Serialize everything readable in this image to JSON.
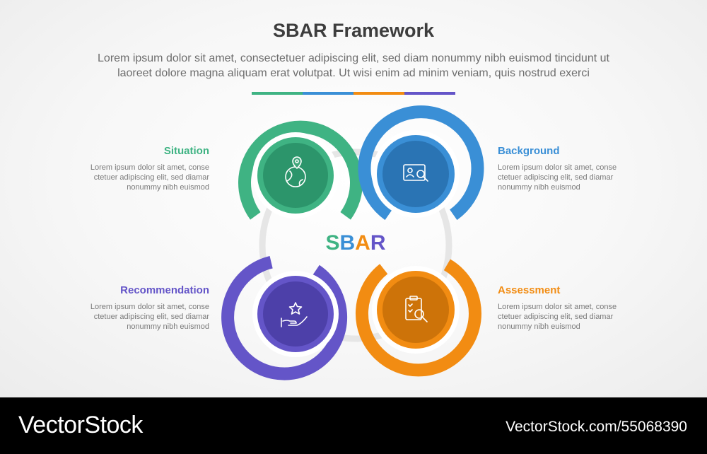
{
  "header": {
    "title": "SBAR Framework",
    "subtitle_line1": "Lorem ipsum dolor sit amet, consectetuer adipiscing elit, sed diam nonummy nibh euismod tincidunt ut",
    "subtitle_line2": "laoreet dolore magna aliquam erat volutpat. Ut wisi enim ad minim veniam, quis nostrud exerci"
  },
  "colors": {
    "situation": "#3fb383",
    "background": "#3a8fd6",
    "recommendation": "#6455c8",
    "assessment": "#f28c12"
  },
  "center": {
    "letters": [
      "S",
      "B",
      "A",
      "R"
    ]
  },
  "sections": {
    "situation": {
      "title": "Situation",
      "desc": [
        "Lorem ipsum dolor sit amet, conse",
        "ctetuer adipiscing elit, sed diamar",
        "nonummy nibh euismod"
      ],
      "icon": "globe-location-icon"
    },
    "background": {
      "title": "Background",
      "desc": [
        "Lorem ipsum dolor sit amet, conse",
        "ctetuer adipiscing elit, sed diamar",
        "nonummy nibh euismod"
      ],
      "icon": "profile-search-icon"
    },
    "recommendation": {
      "title": "Recommendation",
      "desc": [
        "Lorem ipsum dolor sit amet, conse",
        "ctetuer adipiscing elit, sed diamar",
        "nonummy nibh euismod"
      ],
      "icon": "hand-star-icon"
    },
    "assessment": {
      "title": "Assessment",
      "desc": [
        "Lorem ipsum dolor sit amet, conse",
        "ctetuer adipiscing elit, sed diamar",
        "nonummy nibh euismod"
      ],
      "icon": "clipboard-search-icon"
    }
  },
  "footer": {
    "brand": "VectorStock",
    "image_id": "VectorStock.com/55068390"
  }
}
